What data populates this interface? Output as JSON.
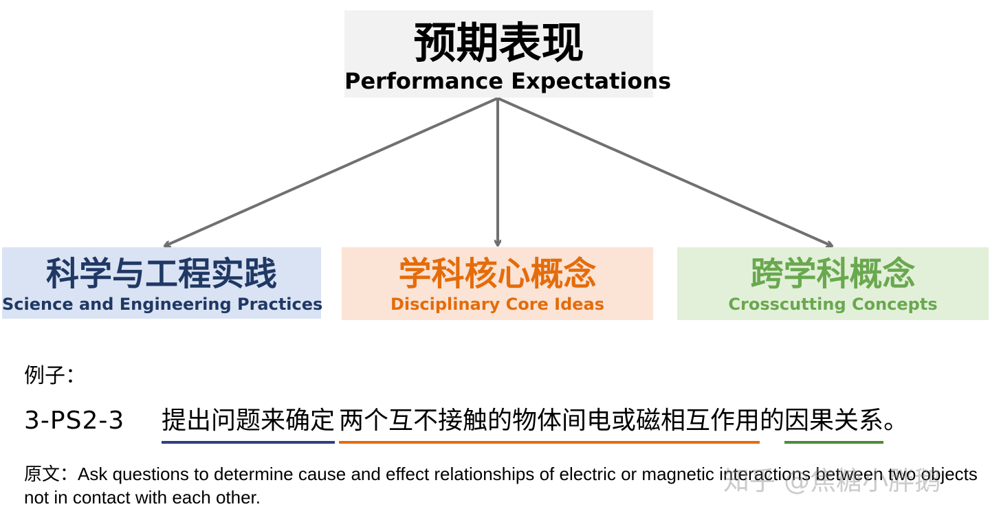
{
  "top": {
    "zh": "预期表现",
    "en": "Performance Expectations"
  },
  "categories": [
    {
      "zh": "科学与工程实践",
      "en": "Science and Engineering Practices",
      "color": "#1f3864",
      "bg": "#dae3f3"
    },
    {
      "zh": "学科核心概念",
      "en": "Disciplinary Core Ideas",
      "color": "#e46c0a",
      "bg": "#fbe3d6"
    },
    {
      "zh": "跨学科概念",
      "en": "Crosscutting Concepts",
      "color": "#6aa84f",
      "bg": "#e2f0d9"
    }
  ],
  "example": {
    "label": "例子：",
    "code": "3-PS2-3",
    "seg_practice": "提出问题来确定",
    "seg_core": "两个互不接触的物体间电或磁相互作用",
    "seg_mid": "的",
    "seg_cross": "因果关系",
    "seg_end": "。",
    "underline_colors": [
      "#2f3f80",
      "#e46c0a",
      "#4f8a3a"
    ]
  },
  "original": "原文：Ask questions to determine cause and effect relationships of electric or magnetic interactions between two objects not in contact with each other.",
  "watermark": "知乎 @焦糖小胖鹅",
  "arrow_color": "#707070"
}
